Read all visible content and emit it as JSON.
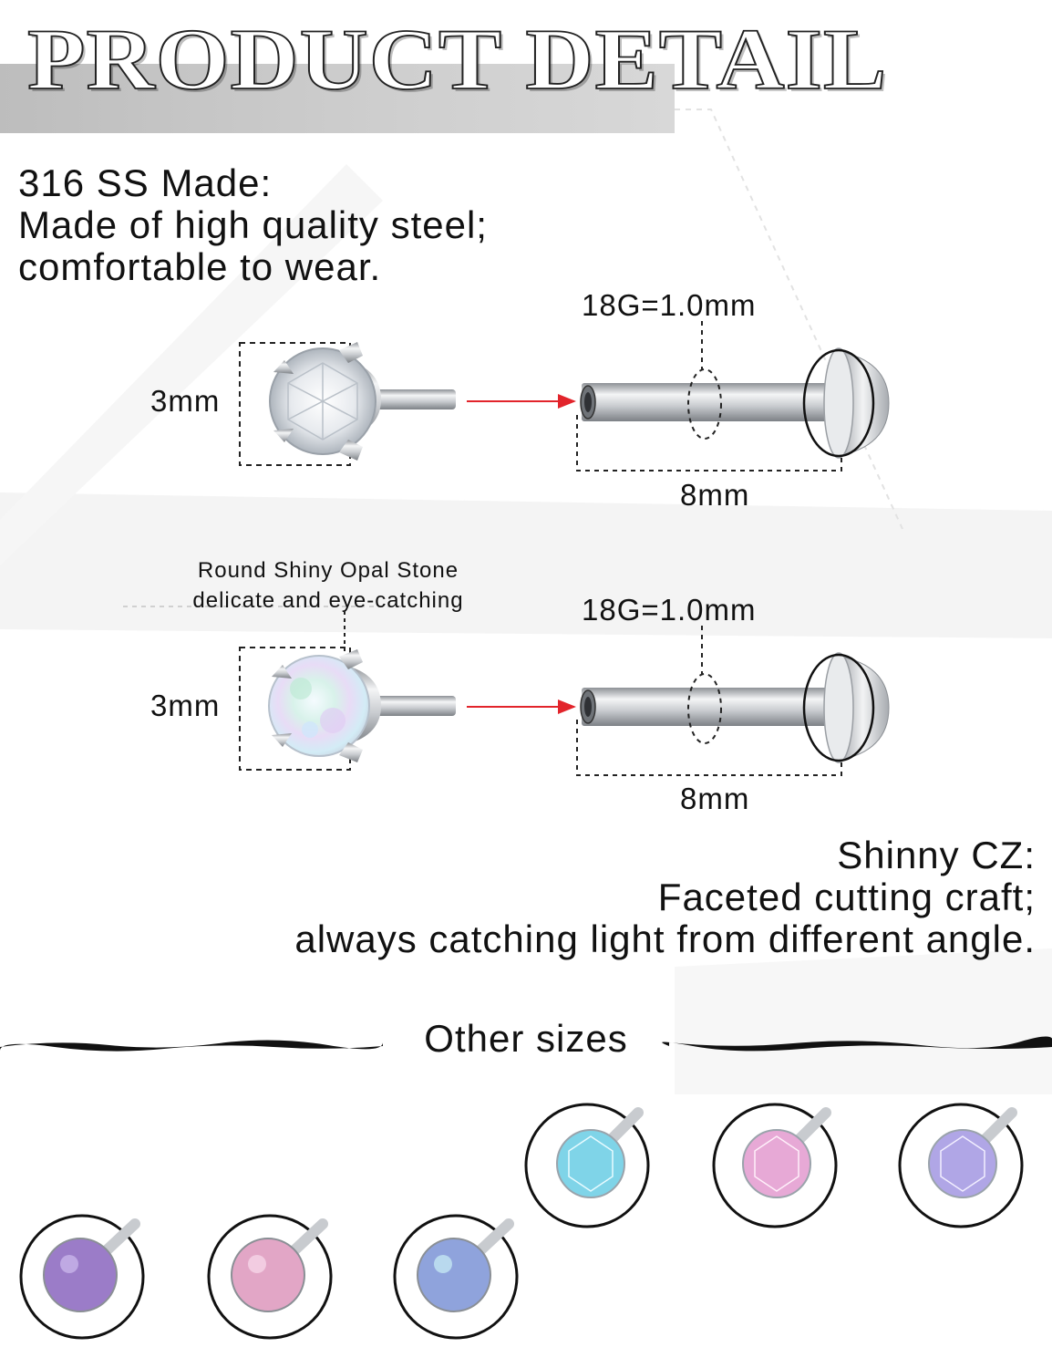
{
  "header": {
    "title": "PRODUCT DETAIL"
  },
  "material": {
    "heading": "316 SS Made:",
    "line1": "Made of high quality steel;",
    "line2": "comfortable to wear."
  },
  "stud_cz": {
    "gauge_label": "18G=1.0mm",
    "stone_size": "3mm",
    "bar_length": "8mm"
  },
  "stud_opal": {
    "note_line1": "Round Shiny Opal Stone",
    "note_line2": "delicate and eye-catching",
    "gauge_label": "18G=1.0mm",
    "stone_size": "3mm",
    "bar_length": "8mm"
  },
  "cz_feature": {
    "heading": "Shinny CZ:",
    "line1": "Faceted cutting craft;",
    "line2": "always catching light from different angle."
  },
  "other_sizes": {
    "heading": "Other sizes",
    "top_row": [
      {
        "icon": "aqua-cz-stud-icon",
        "color": "#7fd4e8"
      },
      {
        "icon": "pink-cz-stud-icon",
        "color": "#e7a9d6"
      },
      {
        "icon": "lavender-cz-stud-icon",
        "color": "#b0a6e6"
      }
    ],
    "bottom_row": [
      {
        "icon": "purple-opal-stud-icon",
        "color": "#9b7cc8"
      },
      {
        "icon": "pink-opal-stud-icon",
        "color": "#e2a6c6"
      },
      {
        "icon": "blue-opal-stud-icon",
        "color": "#8fa3dc"
      }
    ]
  },
  "colors": {
    "arrow": "#e2242b",
    "steel": "#c8cbcf",
    "outline": "#111111"
  }
}
